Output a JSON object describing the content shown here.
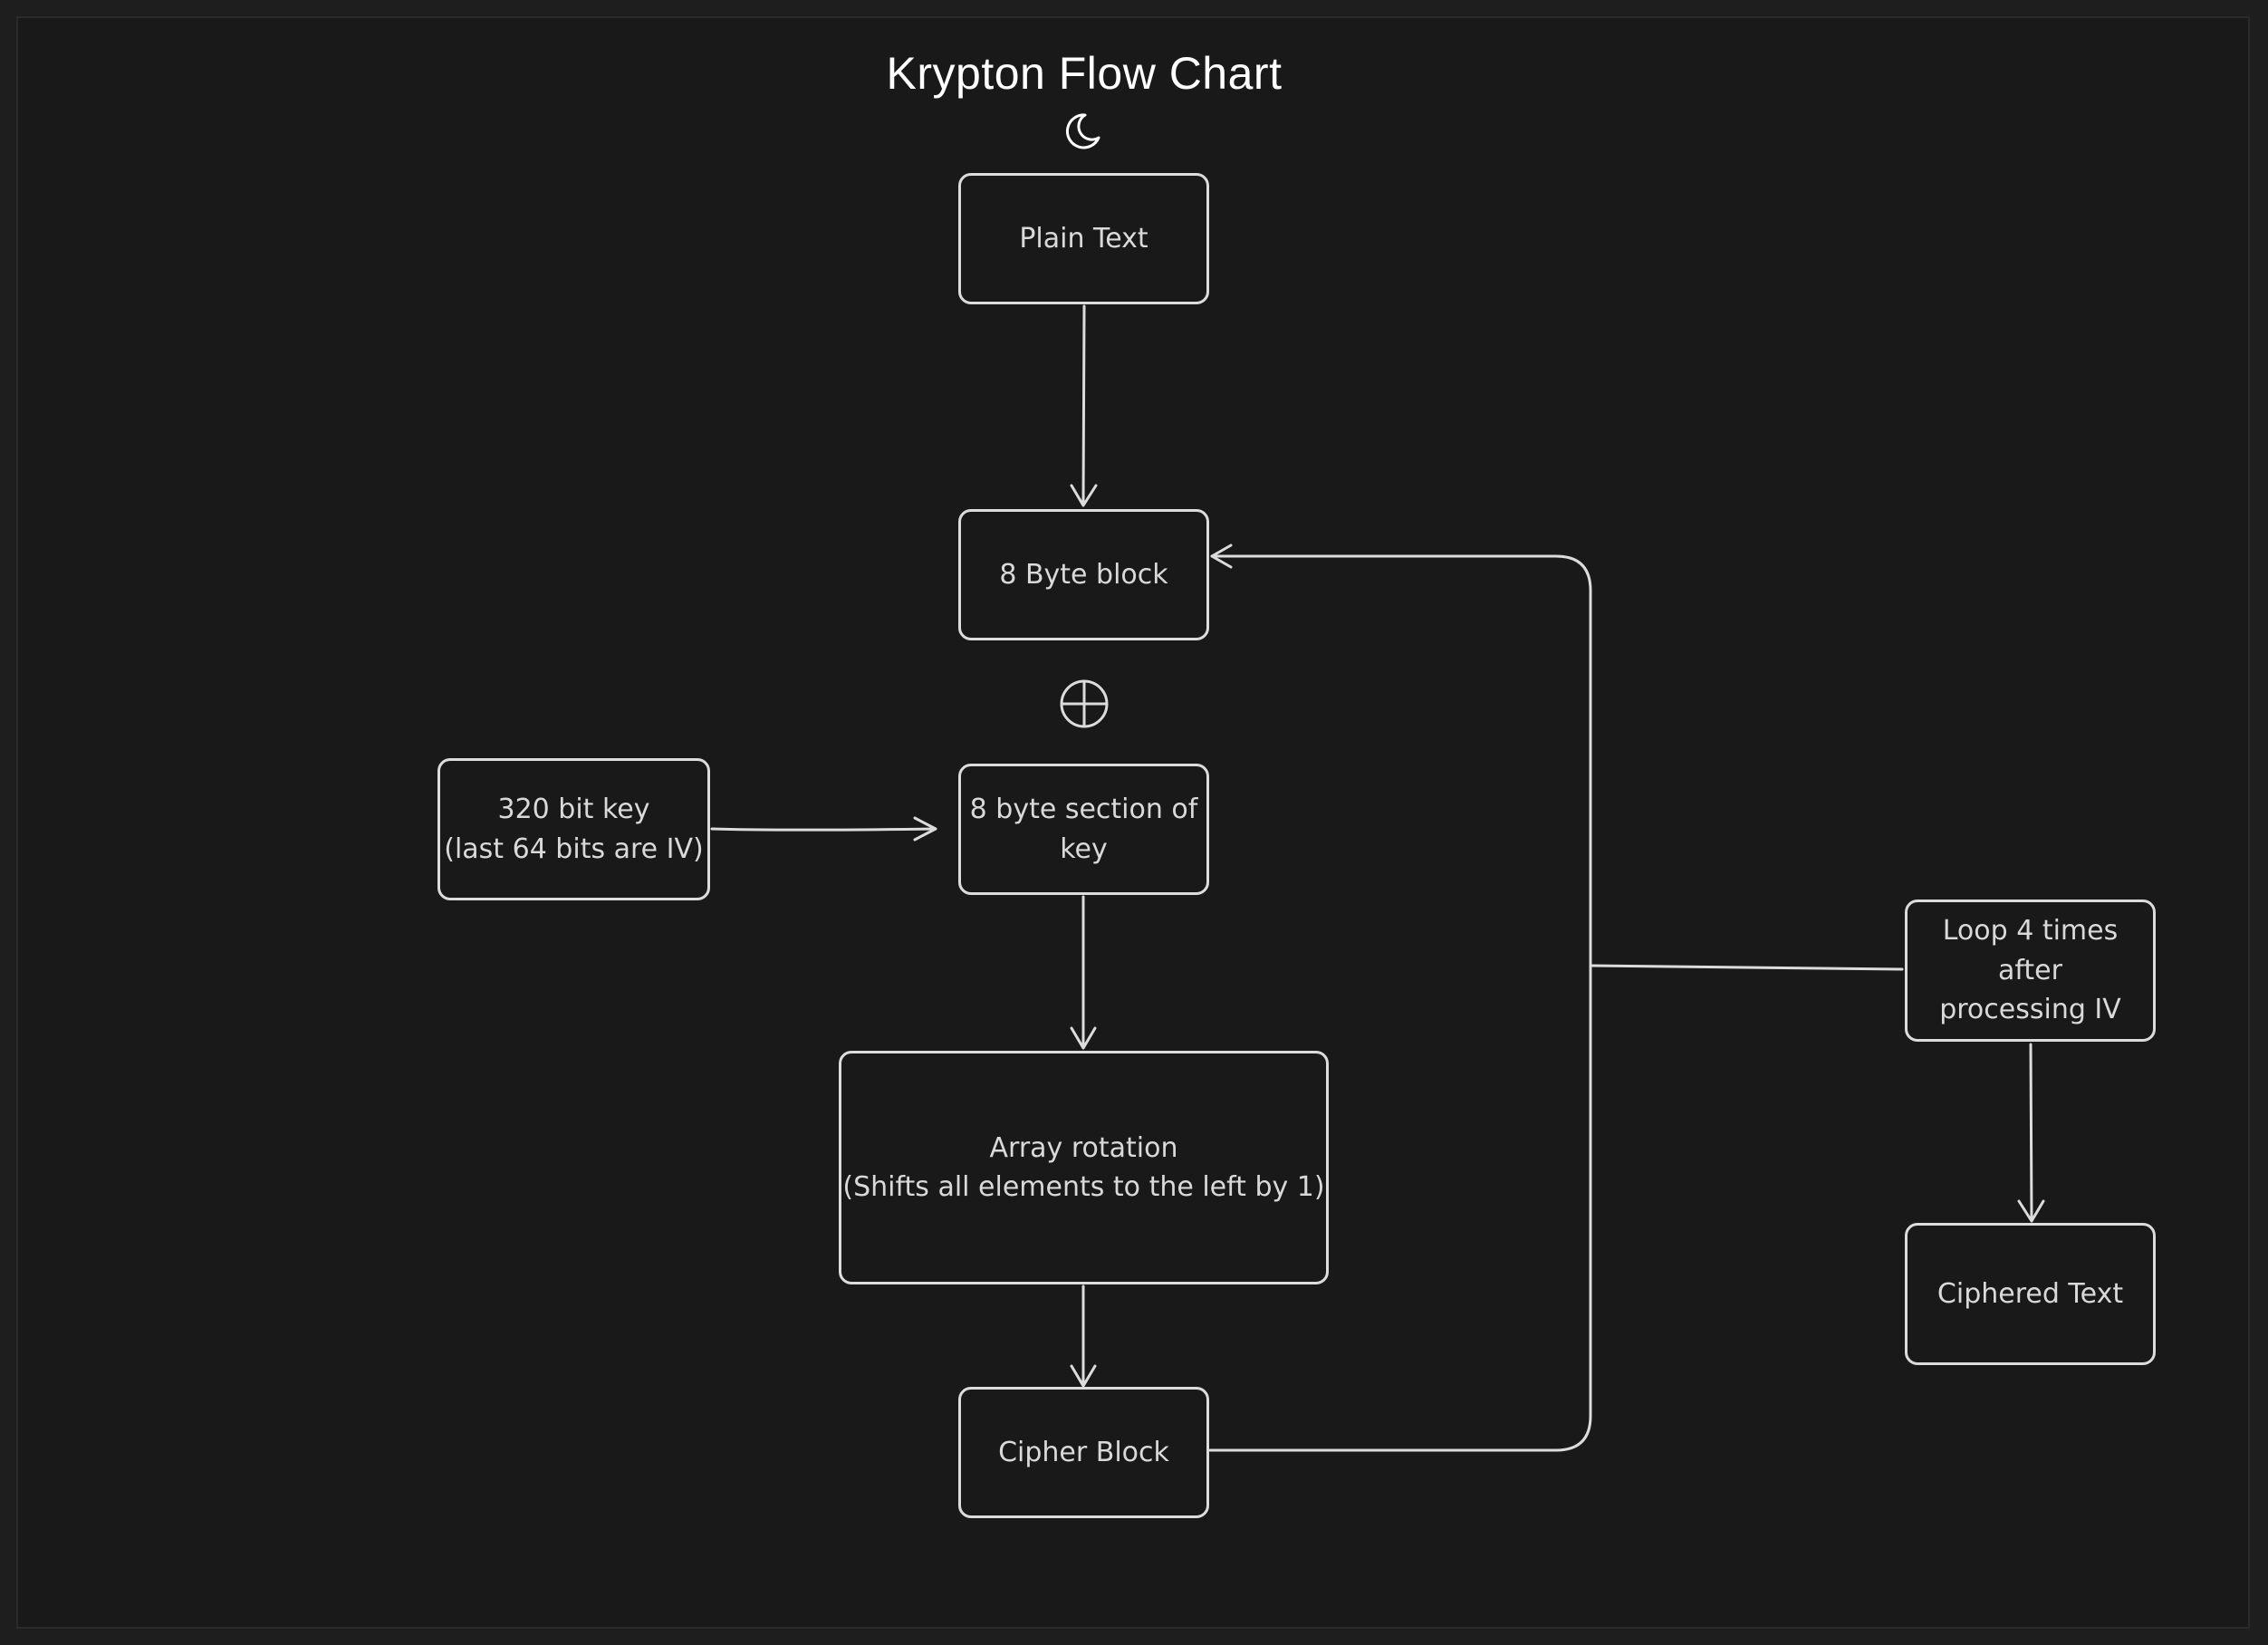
{
  "diagram": {
    "title": "Krypton Flow Chart",
    "nodes": {
      "plain_text": "Plain Text",
      "byte_block": "8 Byte block",
      "key_section": "8 byte section of\nkey",
      "key": "320 bit key\n(last 64 bits are IV)",
      "array_rotation": "Array rotation\n(Shifts all elements to the left by 1)",
      "cipher_block": "Cipher Block",
      "loop": "Loop 4 times after\nprocessing IV",
      "ciphered_text": "Ciphered Text"
    },
    "icons": {
      "title_icon": "moon-icon",
      "xor_icon": "xor-icon"
    },
    "colors": {
      "background": "#191919",
      "stroke": "#dcdcdc",
      "text": "#d9d9d9",
      "title": "#ffffff"
    }
  }
}
